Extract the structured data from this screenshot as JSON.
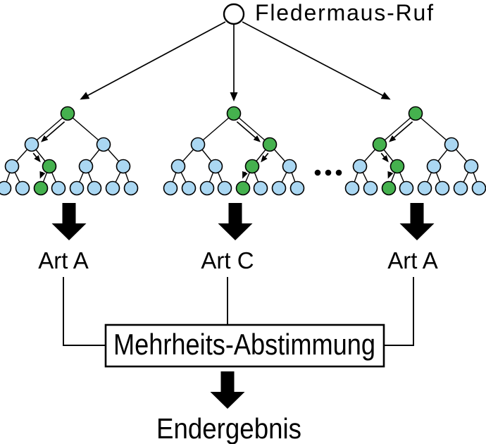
{
  "input": {
    "label": "Fledermaus-Ruf"
  },
  "colors": {
    "green": "#45b14e",
    "blue": "#aad7f2",
    "node_stroke": "#000000",
    "line": "#000000",
    "background": "#ffffff"
  },
  "trees": [
    {
      "id": "tree-1",
      "prediction": "Art A",
      "nodes": {
        "root": "green",
        "l2": [
          "blue",
          "blue"
        ],
        "l3": [
          "blue",
          "green",
          "blue",
          "blue"
        ],
        "leaves": [
          "blue",
          "blue",
          "green",
          "blue",
          "blue",
          "blue",
          "blue",
          "blue"
        ]
      },
      "path_arrows": [
        {
          "from": "root",
          "to": "l2-0",
          "side": 1
        },
        {
          "from": "l2-0",
          "to": "l3-1",
          "side": -1
        },
        {
          "from": "l3-1",
          "to": "leaf-2",
          "side": -1
        }
      ]
    },
    {
      "id": "tree-2",
      "prediction": "Art C",
      "nodes": {
        "root": "green",
        "l2": [
          "blue",
          "green"
        ],
        "l3": [
          "blue",
          "blue",
          "green",
          "blue"
        ],
        "leaves": [
          "blue",
          "blue",
          "blue",
          "blue",
          "green",
          "blue",
          "blue",
          "blue"
        ]
      },
      "path_arrows": [
        {
          "from": "root",
          "to": "l2-1",
          "side": -1
        },
        {
          "from": "l2-1",
          "to": "l3-2",
          "side": 1
        },
        {
          "from": "l3-2",
          "to": "leaf-4",
          "side": -1
        }
      ]
    },
    {
      "id": "tree-3",
      "prediction": "Art A",
      "nodes": {
        "root": "green",
        "l2": [
          "green",
          "blue"
        ],
        "l3": [
          "blue",
          "green",
          "blue",
          "blue"
        ],
        "leaves": [
          "blue",
          "blue",
          "green",
          "blue",
          "blue",
          "blue",
          "blue",
          "blue"
        ]
      },
      "path_arrows": [
        {
          "from": "root",
          "to": "l2-0",
          "side": 1
        },
        {
          "from": "l2-0",
          "to": "l3-1",
          "side": -1
        },
        {
          "from": "l3-1",
          "to": "leaf-2",
          "side": -1
        }
      ]
    }
  ],
  "ellipsis": {
    "dots": 3
  },
  "vote": {
    "label": "Mehrheits-Abstimmung"
  },
  "result": {
    "label": "Endergebnis"
  }
}
